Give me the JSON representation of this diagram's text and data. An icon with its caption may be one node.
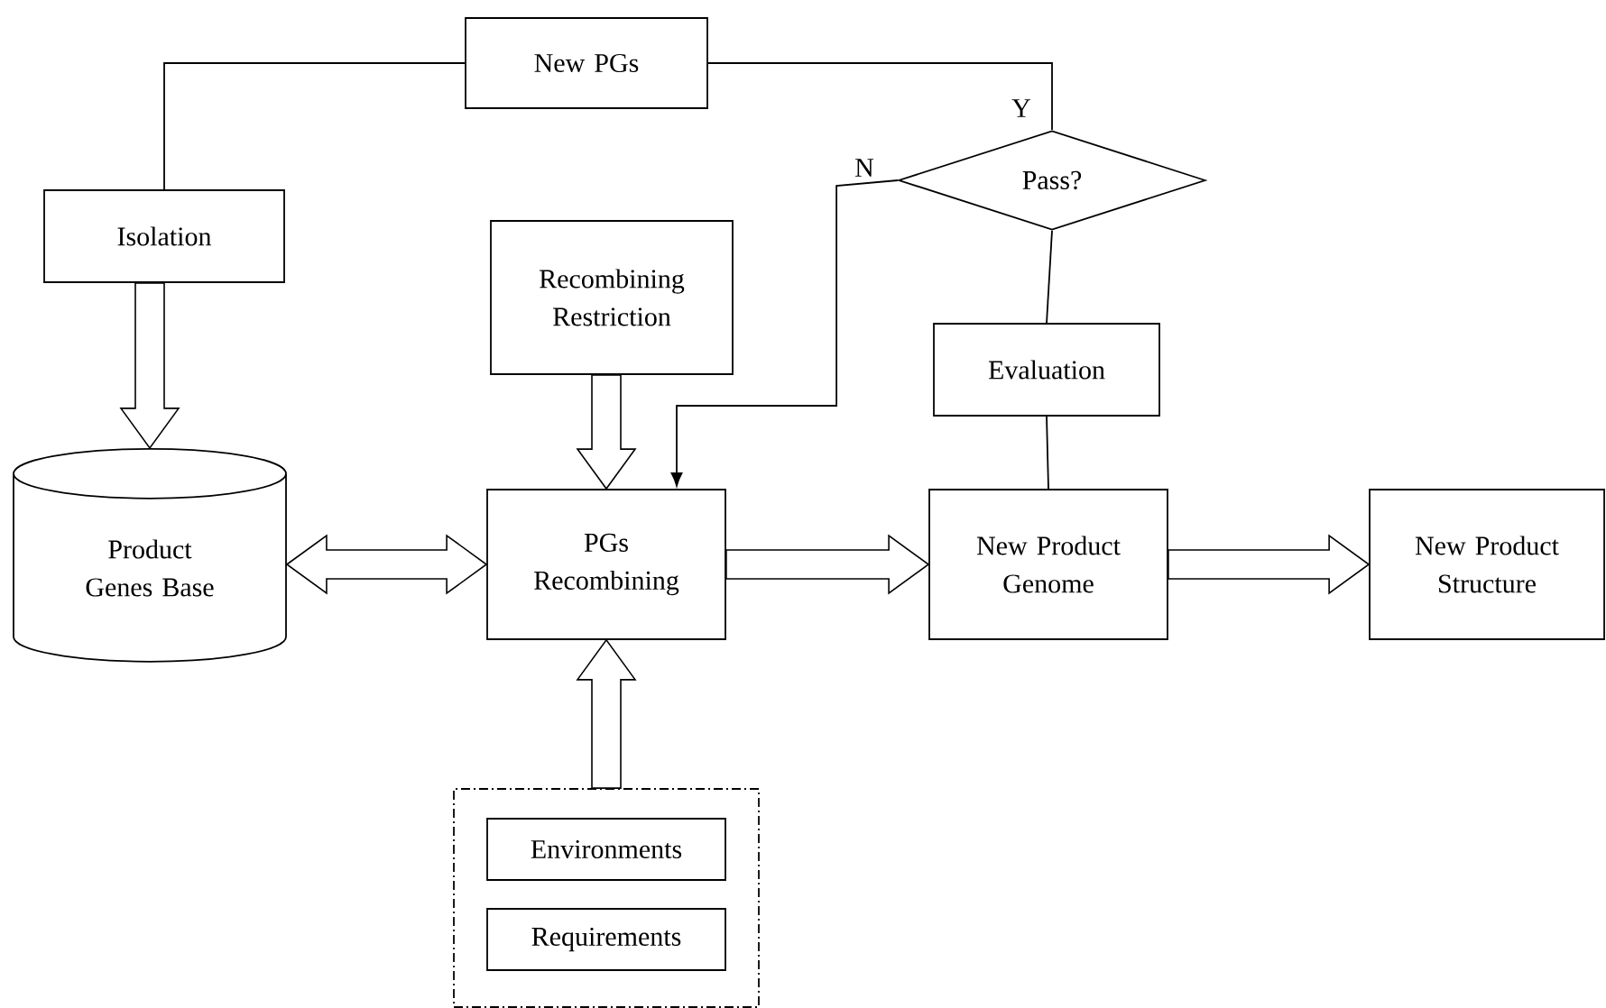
{
  "diagram": {
    "nodes": [
      {
        "text": [
          "New PGs"
        ]
      },
      {
        "text": [
          "Pass?"
        ]
      },
      {
        "text": [
          "Isolation"
        ]
      },
      {
        "text": [
          "Recombining Restriction"
        ]
      },
      {
        "text": [
          "Evaluation"
        ]
      },
      {
        "text": [
          "Product Genes Base"
        ]
      },
      {
        "text": [
          "PGs Recombining"
        ]
      },
      {
        "text": [
          "New Product Genome"
        ]
      },
      {
        "text": [
          "New Product Structure"
        ]
      },
      {
        "text": [],
        "shape": "box"
      },
      {
        "text": [
          "Environments"
        ],
        "in": 9
      },
      {
        "text": [
          "Requirements"
        ],
        "in": 9
      }
    ],
    "edges": [
      {
        "from": 2,
        "to": 5,
        "arrow": "to",
        "style": "thick"
      },
      {
        "from": 5,
        "to": 6,
        "arrow": "both",
        "style": "thick"
      },
      {
        "from": 3,
        "to": 6,
        "arrow": "to",
        "style": "thick"
      },
      {
        "from": 9,
        "to": 6,
        "arrow": "to",
        "style": "thick"
      },
      {
        "from": 6,
        "to": 7,
        "arrow": "to",
        "style": "thick"
      },
      {
        "from": 7,
        "to": 8,
        "arrow": "to",
        "style": "thick"
      },
      {
        "from": 7,
        "to": 4,
        "arrow": "none"
      },
      {
        "from": 4,
        "to": 1,
        "arrow": "none"
      },
      {
        "from": 1,
        "to": 0,
        "arrow": "none",
        "label": "Y"
      },
      {
        "from": 0,
        "to": 2,
        "arrow": "none"
      },
      {
        "from": 1,
        "to": 6,
        "arrow": "to",
        "label": "N"
      }
    ]
  }
}
